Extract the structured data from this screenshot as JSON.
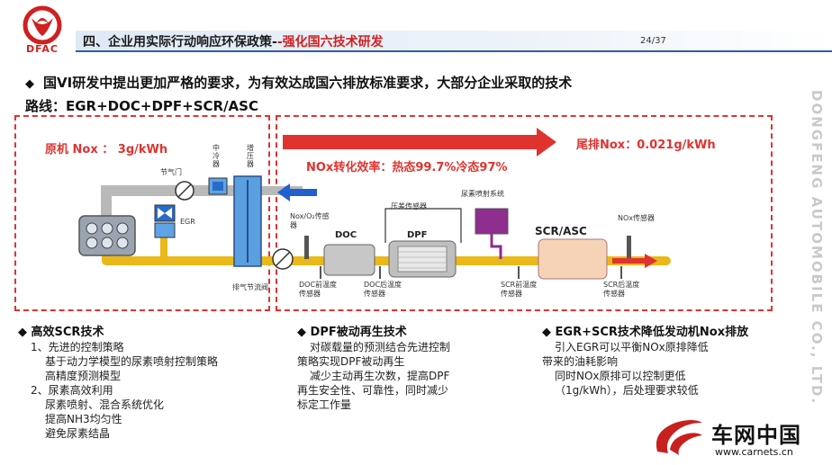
{
  "header": {
    "logo_text": "DFAC",
    "title_prefix": "四、企业用实际行动响应环保政策-",
    "title_highlight": "-强化国六技术研发",
    "page_number": "24/37"
  },
  "main_bullet": {
    "line1": "国VI研发中提出更加严格的要求，为有效达成国六排放标准要求，大部分企业采取的技术",
    "line2": "路线：EGR+DOC+DPF+SCR/ASC"
  },
  "side_text": "DONGFENG AUTOMOBILE CO., LTD.",
  "diagram": {
    "engine_nox": "原机 Nox ： 3g/kWh",
    "tail_nox": "尾排Nox：0.021g/kWh",
    "efficiency": "NOx转化效率：热态99.7%冷态97%",
    "labels": {
      "throttle": "节气门",
      "intercooler": "中冷器",
      "turbo": "增压器",
      "egr": "EGR",
      "nox_o2_sensor": "Nox/O₂传感器",
      "doc": "DOC",
      "pressure_sensor": "压差传感器",
      "dpf": "DPF",
      "urea_system": "尿素喷射系统",
      "scr_asc": "SCR/ASC",
      "nox_sensor": "NOx传感器",
      "exhaust_valve": "排气节流阀",
      "doc_front_temp": "DOC前温度传感器",
      "doc_rear_temp": "DOC后温度传感器",
      "scr_front_temp": "SCR前温度传感器",
      "scr_rear_temp": "SCR后温度传感器"
    }
  },
  "columns": [
    {
      "heading": "高效SCR技术",
      "lines": [
        {
          "text": "1、先进的控制策略",
          "indent": 1
        },
        {
          "text": "基于动力学模型的尿素喷射控制策略",
          "indent": 2
        },
        {
          "text": "高精度预测模型",
          "indent": 2
        },
        {
          "text": "2、尿素高效利用",
          "indent": 1
        },
        {
          "text": "尿素喷射、混合系统优化",
          "indent": 2
        },
        {
          "text": "提高NH3均匀性",
          "indent": 2
        },
        {
          "text": "避免尿素结晶",
          "indent": 2
        }
      ]
    },
    {
      "heading": "DPF被动再生技术",
      "lines": [
        {
          "text": "对碳载量的预测结合先进控制",
          "indent": 1
        },
        {
          "text": "策略实现DPF被动再生",
          "indent": 0
        },
        {
          "text": "减少主动再生次数，提高DPF",
          "indent": 1
        },
        {
          "text": "再生安全性、可靠性，同时减少",
          "indent": 0
        },
        {
          "text": "标定工作量",
          "indent": 0
        }
      ]
    },
    {
      "heading": "EGR+SCR技术降低发动机Nox排放",
      "lines": [
        {
          "text": "引入EGR可以平衡NOx原排降低",
          "indent": 1
        },
        {
          "text": "带来的油耗影响",
          "indent": 0
        },
        {
          "text": "同时NOx原排可以控制更低",
          "indent": 1
        },
        {
          "text": "（1g/kWh），后处理要求较低",
          "indent": 1
        }
      ]
    }
  ],
  "watermark": {
    "name": "车网中国",
    "url": "www.carnets.cn"
  }
}
